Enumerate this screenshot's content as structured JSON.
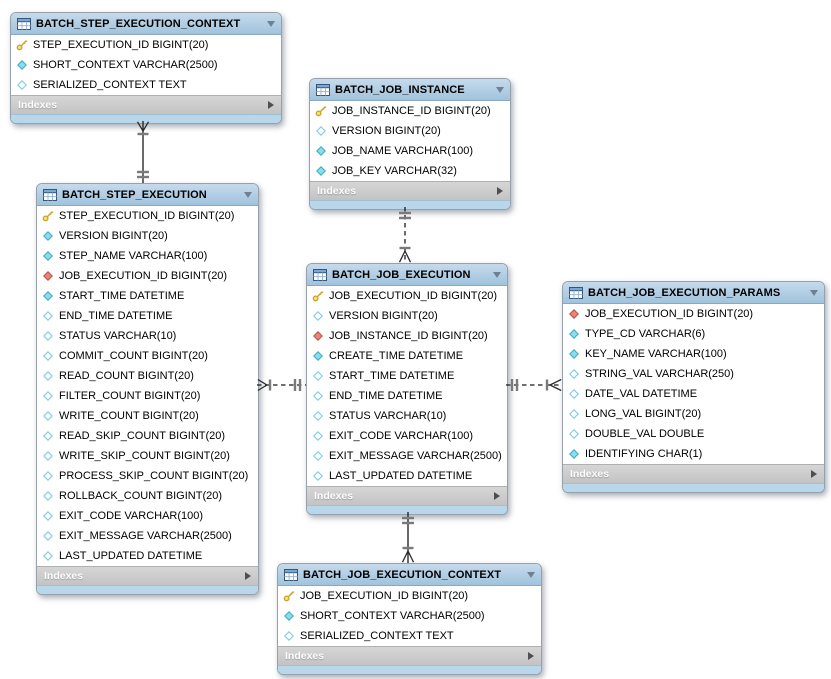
{
  "diagram": {
    "tables": [
      {
        "id": "batch_step_execution_context",
        "title": "BATCH_STEP_EXECUTION_CONTEXT",
        "footer_label": "Indexes",
        "columns": [
          {
            "icon": "key-icon",
            "text": "STEP_EXECUTION_ID BIGINT(20)"
          },
          {
            "icon": "filled-diamond-icon",
            "text": "SHORT_CONTEXT VARCHAR(2500)"
          },
          {
            "icon": "hollow-diamond-icon",
            "text": "SERIALIZED_CONTEXT TEXT"
          }
        ]
      },
      {
        "id": "batch_job_instance",
        "title": "BATCH_JOB_INSTANCE",
        "footer_label": "Indexes",
        "columns": [
          {
            "icon": "key-icon",
            "text": "JOB_INSTANCE_ID BIGINT(20)"
          },
          {
            "icon": "hollow-diamond-icon",
            "text": "VERSION BIGINT(20)"
          },
          {
            "icon": "filled-diamond-icon",
            "text": "JOB_NAME VARCHAR(100)"
          },
          {
            "icon": "filled-diamond-icon",
            "text": "JOB_KEY VARCHAR(32)"
          }
        ]
      },
      {
        "id": "batch_step_execution",
        "title": "BATCH_STEP_EXECUTION",
        "footer_label": "Indexes",
        "columns": [
          {
            "icon": "key-icon",
            "text": "STEP_EXECUTION_ID BIGINT(20)"
          },
          {
            "icon": "filled-diamond-icon",
            "text": "VERSION BIGINT(20)"
          },
          {
            "icon": "filled-diamond-icon",
            "text": "STEP_NAME VARCHAR(100)"
          },
          {
            "icon": "fk-diamond-icon",
            "text": "JOB_EXECUTION_ID BIGINT(20)"
          },
          {
            "icon": "filled-diamond-icon",
            "text": "START_TIME DATETIME"
          },
          {
            "icon": "hollow-diamond-icon",
            "text": "END_TIME DATETIME"
          },
          {
            "icon": "hollow-diamond-icon",
            "text": "STATUS VARCHAR(10)"
          },
          {
            "icon": "hollow-diamond-icon",
            "text": "COMMIT_COUNT BIGINT(20)"
          },
          {
            "icon": "hollow-diamond-icon",
            "text": "READ_COUNT BIGINT(20)"
          },
          {
            "icon": "hollow-diamond-icon",
            "text": "FILTER_COUNT BIGINT(20)"
          },
          {
            "icon": "hollow-diamond-icon",
            "text": "WRITE_COUNT BIGINT(20)"
          },
          {
            "icon": "hollow-diamond-icon",
            "text": "READ_SKIP_COUNT BIGINT(20)"
          },
          {
            "icon": "hollow-diamond-icon",
            "text": "WRITE_SKIP_COUNT BIGINT(20)"
          },
          {
            "icon": "hollow-diamond-icon",
            "text": "PROCESS_SKIP_COUNT BIGINT(20)"
          },
          {
            "icon": "hollow-diamond-icon",
            "text": "ROLLBACK_COUNT BIGINT(20)"
          },
          {
            "icon": "hollow-diamond-icon",
            "text": "EXIT_CODE VARCHAR(100)"
          },
          {
            "icon": "hollow-diamond-icon",
            "text": "EXIT_MESSAGE VARCHAR(2500)"
          },
          {
            "icon": "hollow-diamond-icon",
            "text": "LAST_UPDATED DATETIME"
          }
        ]
      },
      {
        "id": "batch_job_execution",
        "title": "BATCH_JOB_EXECUTION",
        "footer_label": "Indexes",
        "columns": [
          {
            "icon": "key-icon",
            "text": "JOB_EXECUTION_ID BIGINT(20)"
          },
          {
            "icon": "hollow-diamond-icon",
            "text": "VERSION BIGINT(20)"
          },
          {
            "icon": "fk-diamond-icon",
            "text": "JOB_INSTANCE_ID BIGINT(20)"
          },
          {
            "icon": "filled-diamond-icon",
            "text": "CREATE_TIME DATETIME"
          },
          {
            "icon": "hollow-diamond-icon",
            "text": "START_TIME DATETIME"
          },
          {
            "icon": "hollow-diamond-icon",
            "text": "END_TIME DATETIME"
          },
          {
            "icon": "hollow-diamond-icon",
            "text": "STATUS VARCHAR(10)"
          },
          {
            "icon": "hollow-diamond-icon",
            "text": "EXIT_CODE VARCHAR(100)"
          },
          {
            "icon": "hollow-diamond-icon",
            "text": "EXIT_MESSAGE VARCHAR(2500)"
          },
          {
            "icon": "hollow-diamond-icon",
            "text": "LAST_UPDATED DATETIME"
          }
        ]
      },
      {
        "id": "batch_job_execution_params",
        "title": "BATCH_JOB_EXECUTION_PARAMS",
        "footer_label": "Indexes",
        "columns": [
          {
            "icon": "fk-diamond-icon",
            "text": "JOB_EXECUTION_ID BIGINT(20)"
          },
          {
            "icon": "filled-diamond-icon",
            "text": "TYPE_CD VARCHAR(6)"
          },
          {
            "icon": "filled-diamond-icon",
            "text": "KEY_NAME VARCHAR(100)"
          },
          {
            "icon": "hollow-diamond-icon",
            "text": "STRING_VAL VARCHAR(250)"
          },
          {
            "icon": "hollow-diamond-icon",
            "text": "DATE_VAL DATETIME"
          },
          {
            "icon": "hollow-diamond-icon",
            "text": "LONG_VAL BIGINT(20)"
          },
          {
            "icon": "hollow-diamond-icon",
            "text": "DOUBLE_VAL DOUBLE"
          },
          {
            "icon": "filled-diamond-icon",
            "text": "IDENTIFYING CHAR(1)"
          }
        ]
      },
      {
        "id": "batch_job_execution_context",
        "title": "BATCH_JOB_EXECUTION_CONTEXT",
        "footer_label": "Indexes",
        "columns": [
          {
            "icon": "key-icon",
            "text": "JOB_EXECUTION_ID BIGINT(20)"
          },
          {
            "icon": "filled-diamond-icon",
            "text": "SHORT_CONTEXT VARCHAR(2500)"
          },
          {
            "icon": "hollow-diamond-icon",
            "text": "SERIALIZED_CONTEXT TEXT"
          }
        ]
      }
    ],
    "relationships": [
      {
        "from": "batch_step_execution_context",
        "to": "batch_step_execution",
        "from_cardinality": "many",
        "to_cardinality": "one",
        "line": "solid"
      },
      {
        "from": "batch_job_instance",
        "to": "batch_job_execution",
        "from_cardinality": "one",
        "to_cardinality": "many",
        "line": "dashed"
      },
      {
        "from": "batch_step_execution",
        "to": "batch_job_execution",
        "from_cardinality": "many",
        "to_cardinality": "one",
        "line": "dashed"
      },
      {
        "from": "batch_job_execution",
        "to": "batch_job_execution_params",
        "from_cardinality": "one",
        "to_cardinality": "many",
        "line": "dashed"
      },
      {
        "from": "batch_job_execution",
        "to": "batch_job_execution_context",
        "from_cardinality": "one",
        "to_cardinality": "many",
        "line": "solid"
      }
    ],
    "colors": {
      "table_header": "#aecde5",
      "table_footer_bar": "#cccccc",
      "table_bottom_strip": "#b9d7ea",
      "primary_key_icon": "#f7e07a",
      "not_null_diamond": "#8ddcec",
      "foreign_key_diamond": "#ec8578",
      "relationship_line": "#1a1a1a"
    }
  }
}
